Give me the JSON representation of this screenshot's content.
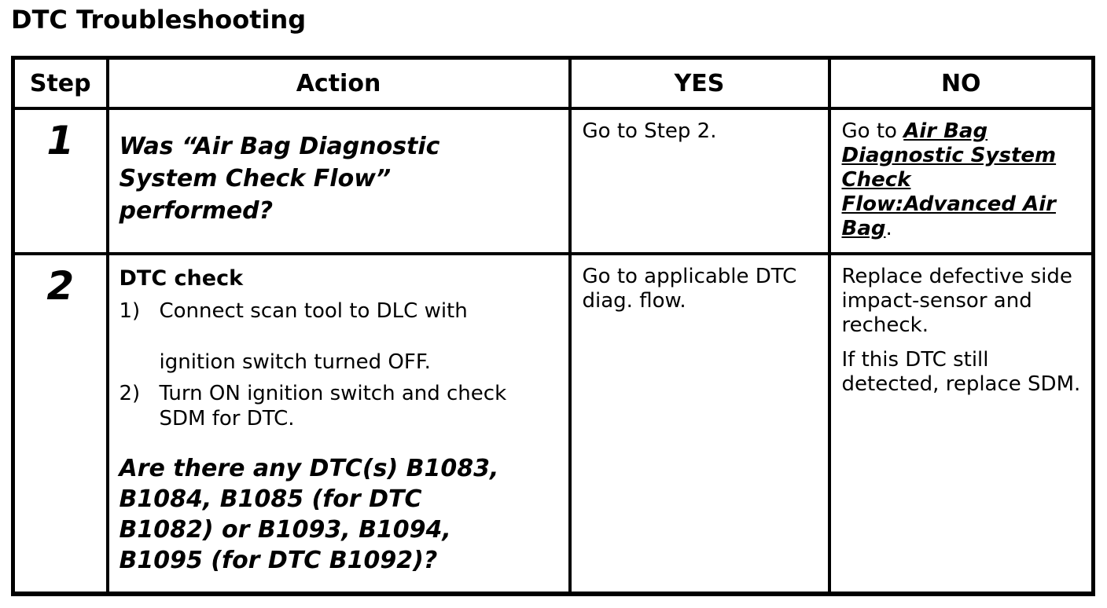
{
  "page": {
    "title": "DTC Troubleshooting"
  },
  "colors": {
    "text": "#000000",
    "background": "#ffffff",
    "border": "#000000"
  },
  "table": {
    "headers": {
      "step": "Step",
      "action": "Action",
      "yes": "YES",
      "no": "NO"
    },
    "rows": [
      {
        "step": "1",
        "action": {
          "question_lines": [
            "Was “Air Bag Diagnostic",
            "System Check Flow”",
            "performed?"
          ]
        },
        "yes": {
          "text": "Go to Step 2."
        },
        "no": {
          "prefix": "Go to ",
          "link_lines": [
            "Air Bag",
            "Diagnostic System",
            "Check",
            "Flow:Advanced Air",
            "Bag"
          ],
          "suffix": "."
        }
      },
      {
        "step": "2",
        "action": {
          "title": "DTC check",
          "list": [
            {
              "num": "1)",
              "line1": "Connect scan tool to DLC with",
              "line2": "ignition switch turned OFF."
            },
            {
              "num": "2)",
              "text": "Turn ON ignition switch and check SDM for DTC."
            }
          ],
          "question_lines": [
            "Are there any DTC(s) B1083,",
            "B1084, B1085 (for DTC",
            "B1082) or B1093, B1094,",
            "B1095 (for DTC B1092)?"
          ]
        },
        "yes": {
          "text": "Go to applicable DTC diag. flow."
        },
        "no": {
          "paragraphs": [
            "Replace defective side impact-sensor and recheck.",
            "If this DTC still detected, replace SDM."
          ]
        }
      }
    ]
  }
}
